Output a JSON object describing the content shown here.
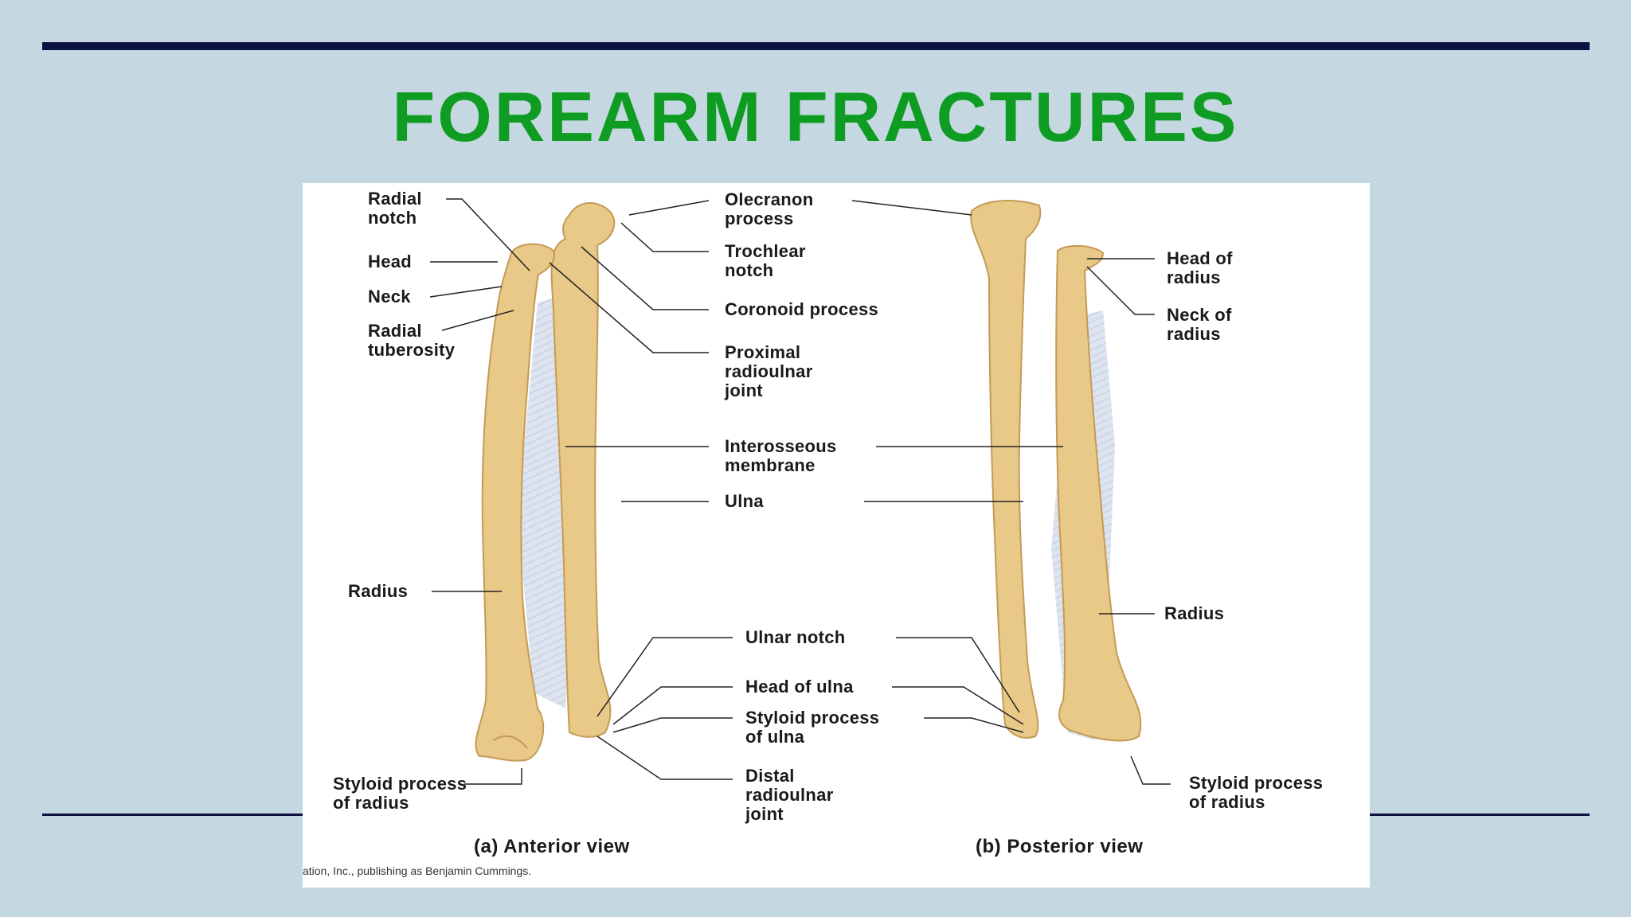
{
  "title": "FOREARM FRACTURES",
  "colors": {
    "background": "#c5d8e1",
    "rule": "#0e1240",
    "title": "#0f9c22",
    "bone": "#e9c988",
    "membrane": "#dde4ef"
  },
  "figure": {
    "credit": "ation, Inc., publishing as Benjamin Cummings.",
    "anterior": {
      "caption": "(a) Anterior view",
      "labels": {
        "radial_notch": "Radial\nnotch",
        "head": "Head",
        "neck": "Neck",
        "radial_tuberosity": "Radial\ntuberosity",
        "radius": "Radius",
        "styloid_radius": "Styloid process\nof radius",
        "olecranon": "Olecranon\nprocess",
        "trochlear_notch": "Trochlear\nnotch",
        "coronoid": "Coronoid process",
        "proximal_joint": "Proximal\nradioulnar\njoint",
        "interosseous": "Interosseous\nmembrane",
        "ulna": "Ulna",
        "ulnar_notch": "Ulnar notch",
        "head_ulna": "Head of ulna",
        "styloid_ulna": "Styloid process\nof ulna",
        "distal_joint": "Distal\nradioulnar\njoint"
      }
    },
    "posterior": {
      "caption": "(b) Posterior view",
      "labels": {
        "head_radius": "Head of\nradius",
        "neck_radius": "Neck of\nradius",
        "radius": "Radius",
        "styloid_radius": "Styloid process\nof radius"
      }
    }
  }
}
